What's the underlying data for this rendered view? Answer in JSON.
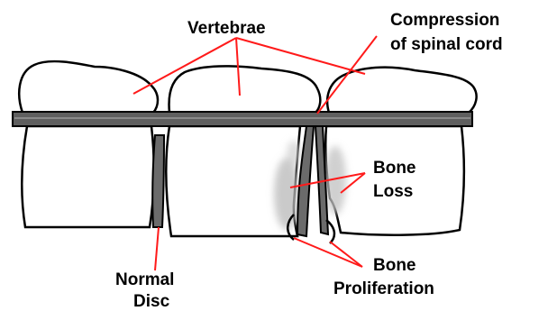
{
  "labels": {
    "vertebrae": "Vertebrae",
    "compression_line1": "Compression",
    "compression_line2": "of spinal cord",
    "bone_loss_line1": "Bone",
    "bone_loss_line2": "Loss",
    "normal_disc_line1": "Normal",
    "normal_disc_line2": "Disc",
    "bone_proliferation_line1": "Bone",
    "bone_proliferation_line2": "Proliferation"
  },
  "colors": {
    "outline": "#000000",
    "spinal_cord": "#5f5f5f",
    "disc": "#6b6b6b",
    "pointer": "#ff1a1a",
    "bone_loss_shading": "#bdbdbd",
    "background": "#ffffff"
  }
}
